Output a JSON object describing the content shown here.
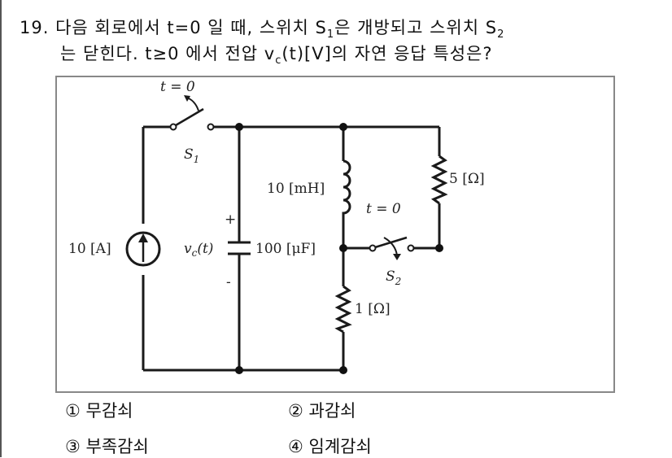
{
  "question": {
    "number": "19.",
    "line1_text": "다음 회로에서 t=0 일 때, 스위치 S",
    "line1_sub1": "1",
    "line1_mid": "은 개방되고 스위치 S",
    "line1_sub2": "2",
    "line2_text": "는 닫힌다. t≥0 에서 전압 v",
    "line2_sub": "c",
    "line2_end": "(t)[V]의 자연 응답 특성은?"
  },
  "circuit": {
    "switch1_time": "t = 0",
    "switch1_name": "S",
    "switch1_sub": "1",
    "source_label": "10 [A]",
    "vc_label": "v",
    "vc_sub": "c",
    "vc_paren": "(t)",
    "plus_sign": "+",
    "minus_sign": "-",
    "capacitor_label": "100 [μF]",
    "inductor_label": "10 [mH]",
    "resistor_5_label": "5 [Ω]",
    "resistor_1_label": "1 [Ω]",
    "switch2_time": "t = 0",
    "switch2_name": "S",
    "switch2_sub": "2"
  },
  "options": [
    {
      "number": "①",
      "text": "무감쇠"
    },
    {
      "number": "②",
      "text": "과감쇠"
    },
    {
      "number": "③",
      "text": "부족감쇠"
    },
    {
      "number": "④",
      "text": "임계감쇠"
    }
  ]
}
